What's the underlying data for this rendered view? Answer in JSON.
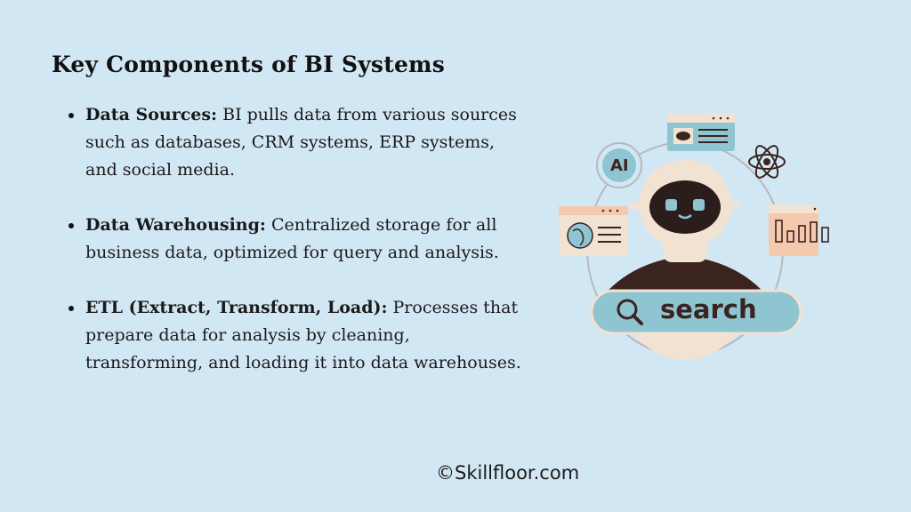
{
  "title": "Key Components of BI Systems",
  "bullets": [
    {
      "term": "Data Sources:",
      "text": " BI pulls data from various sources such as databases, CRM systems, ERP systems, and social media."
    },
    {
      "term": "Data Warehousing:",
      "text": " Centralized storage for all business data, optimized for query and analysis."
    },
    {
      "term": "ETL (Extract, Transform, Load):",
      "text": " Processes that prepare data for analysis by cleaning, transforming, and loading it into data warehouses."
    }
  ],
  "illustration": {
    "search_text": "search",
    "ai_badge": "AI",
    "icons": [
      "robot-icon",
      "search-icon",
      "atom-icon",
      "eye-window-icon",
      "globe-window-icon",
      "bar-chart-window-icon"
    ],
    "colors": {
      "teal": "#8ec5d1",
      "dark": "#3b2320",
      "cream": "#f2e2d2",
      "peach": "#f4c9ae",
      "face": "#2b1d1b"
    }
  },
  "footer": "©Skillfloor.com"
}
